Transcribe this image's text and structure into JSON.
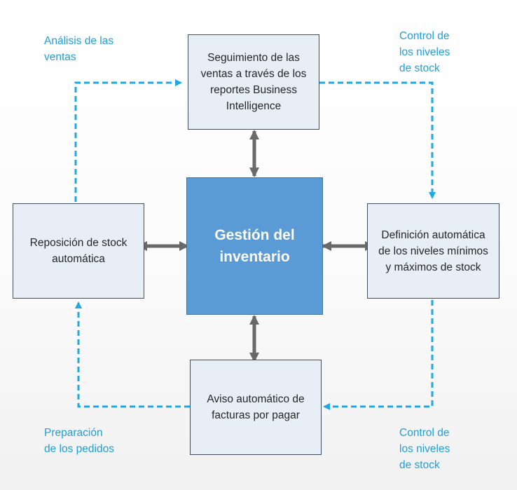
{
  "diagram": {
    "center": "Gestión del inventario",
    "boxes": {
      "top": "Seguimiento de las ventas a través de los reportes Business Intelligence",
      "left": "Reposición de stock automática",
      "right": "Definición automática de los niveles mínimos y máximos de stock",
      "bottom": "Aviso automático de facturas por pagar"
    },
    "labels": {
      "top_left": "Análisis de las ventas",
      "top_right": "Control de los niveles de stock",
      "bottom_left": "Preparación de los pedidos",
      "bottom_right": "Control de los niveles de stock"
    },
    "colors": {
      "box_fill": "#e8eef6",
      "box_border": "#3f4e61",
      "center_fill": "#5b9bd5",
      "dashed_arrow": "#1fa7e6",
      "solid_arrow": "#696969",
      "label_text": "#1f9fd8"
    }
  }
}
